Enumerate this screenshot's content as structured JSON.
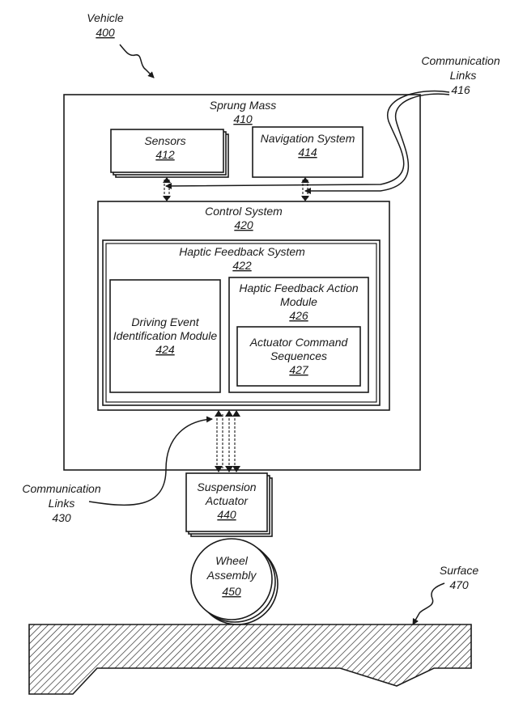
{
  "vehicle": {
    "label": "Vehicle",
    "ref": "400"
  },
  "comm_links_top": {
    "line1": "Communication",
    "line2": "Links",
    "ref": "416"
  },
  "sprung_mass": {
    "label": "Sprung Mass",
    "ref": "410"
  },
  "sensors": {
    "label": "Sensors",
    "ref": "412"
  },
  "navigation": {
    "label": "Navigation System",
    "ref": "414"
  },
  "control_system": {
    "label": "Control System",
    "ref": "420"
  },
  "haptic_feedback_system": {
    "label": "Haptic Feedback System",
    "ref": "422"
  },
  "driving_event": {
    "line1": "Driving Event",
    "line2": "Identification Module",
    "ref": "424"
  },
  "haptic_action": {
    "line1": "Haptic Feedback Action",
    "line2": "Module",
    "ref": "426"
  },
  "actuator_cmd": {
    "line1": "Actuator Command",
    "line2": "Sequences",
    "ref": "427"
  },
  "comm_links_bottom": {
    "line1": "Communication",
    "line2": "Links",
    "ref": "430"
  },
  "suspension": {
    "line1": "Suspension",
    "line2": "Actuator",
    "ref": "440"
  },
  "wheel": {
    "line1": "Wheel",
    "line2": "Assembly",
    "ref": "450"
  },
  "surface": {
    "label": "Surface",
    "ref": "470"
  }
}
